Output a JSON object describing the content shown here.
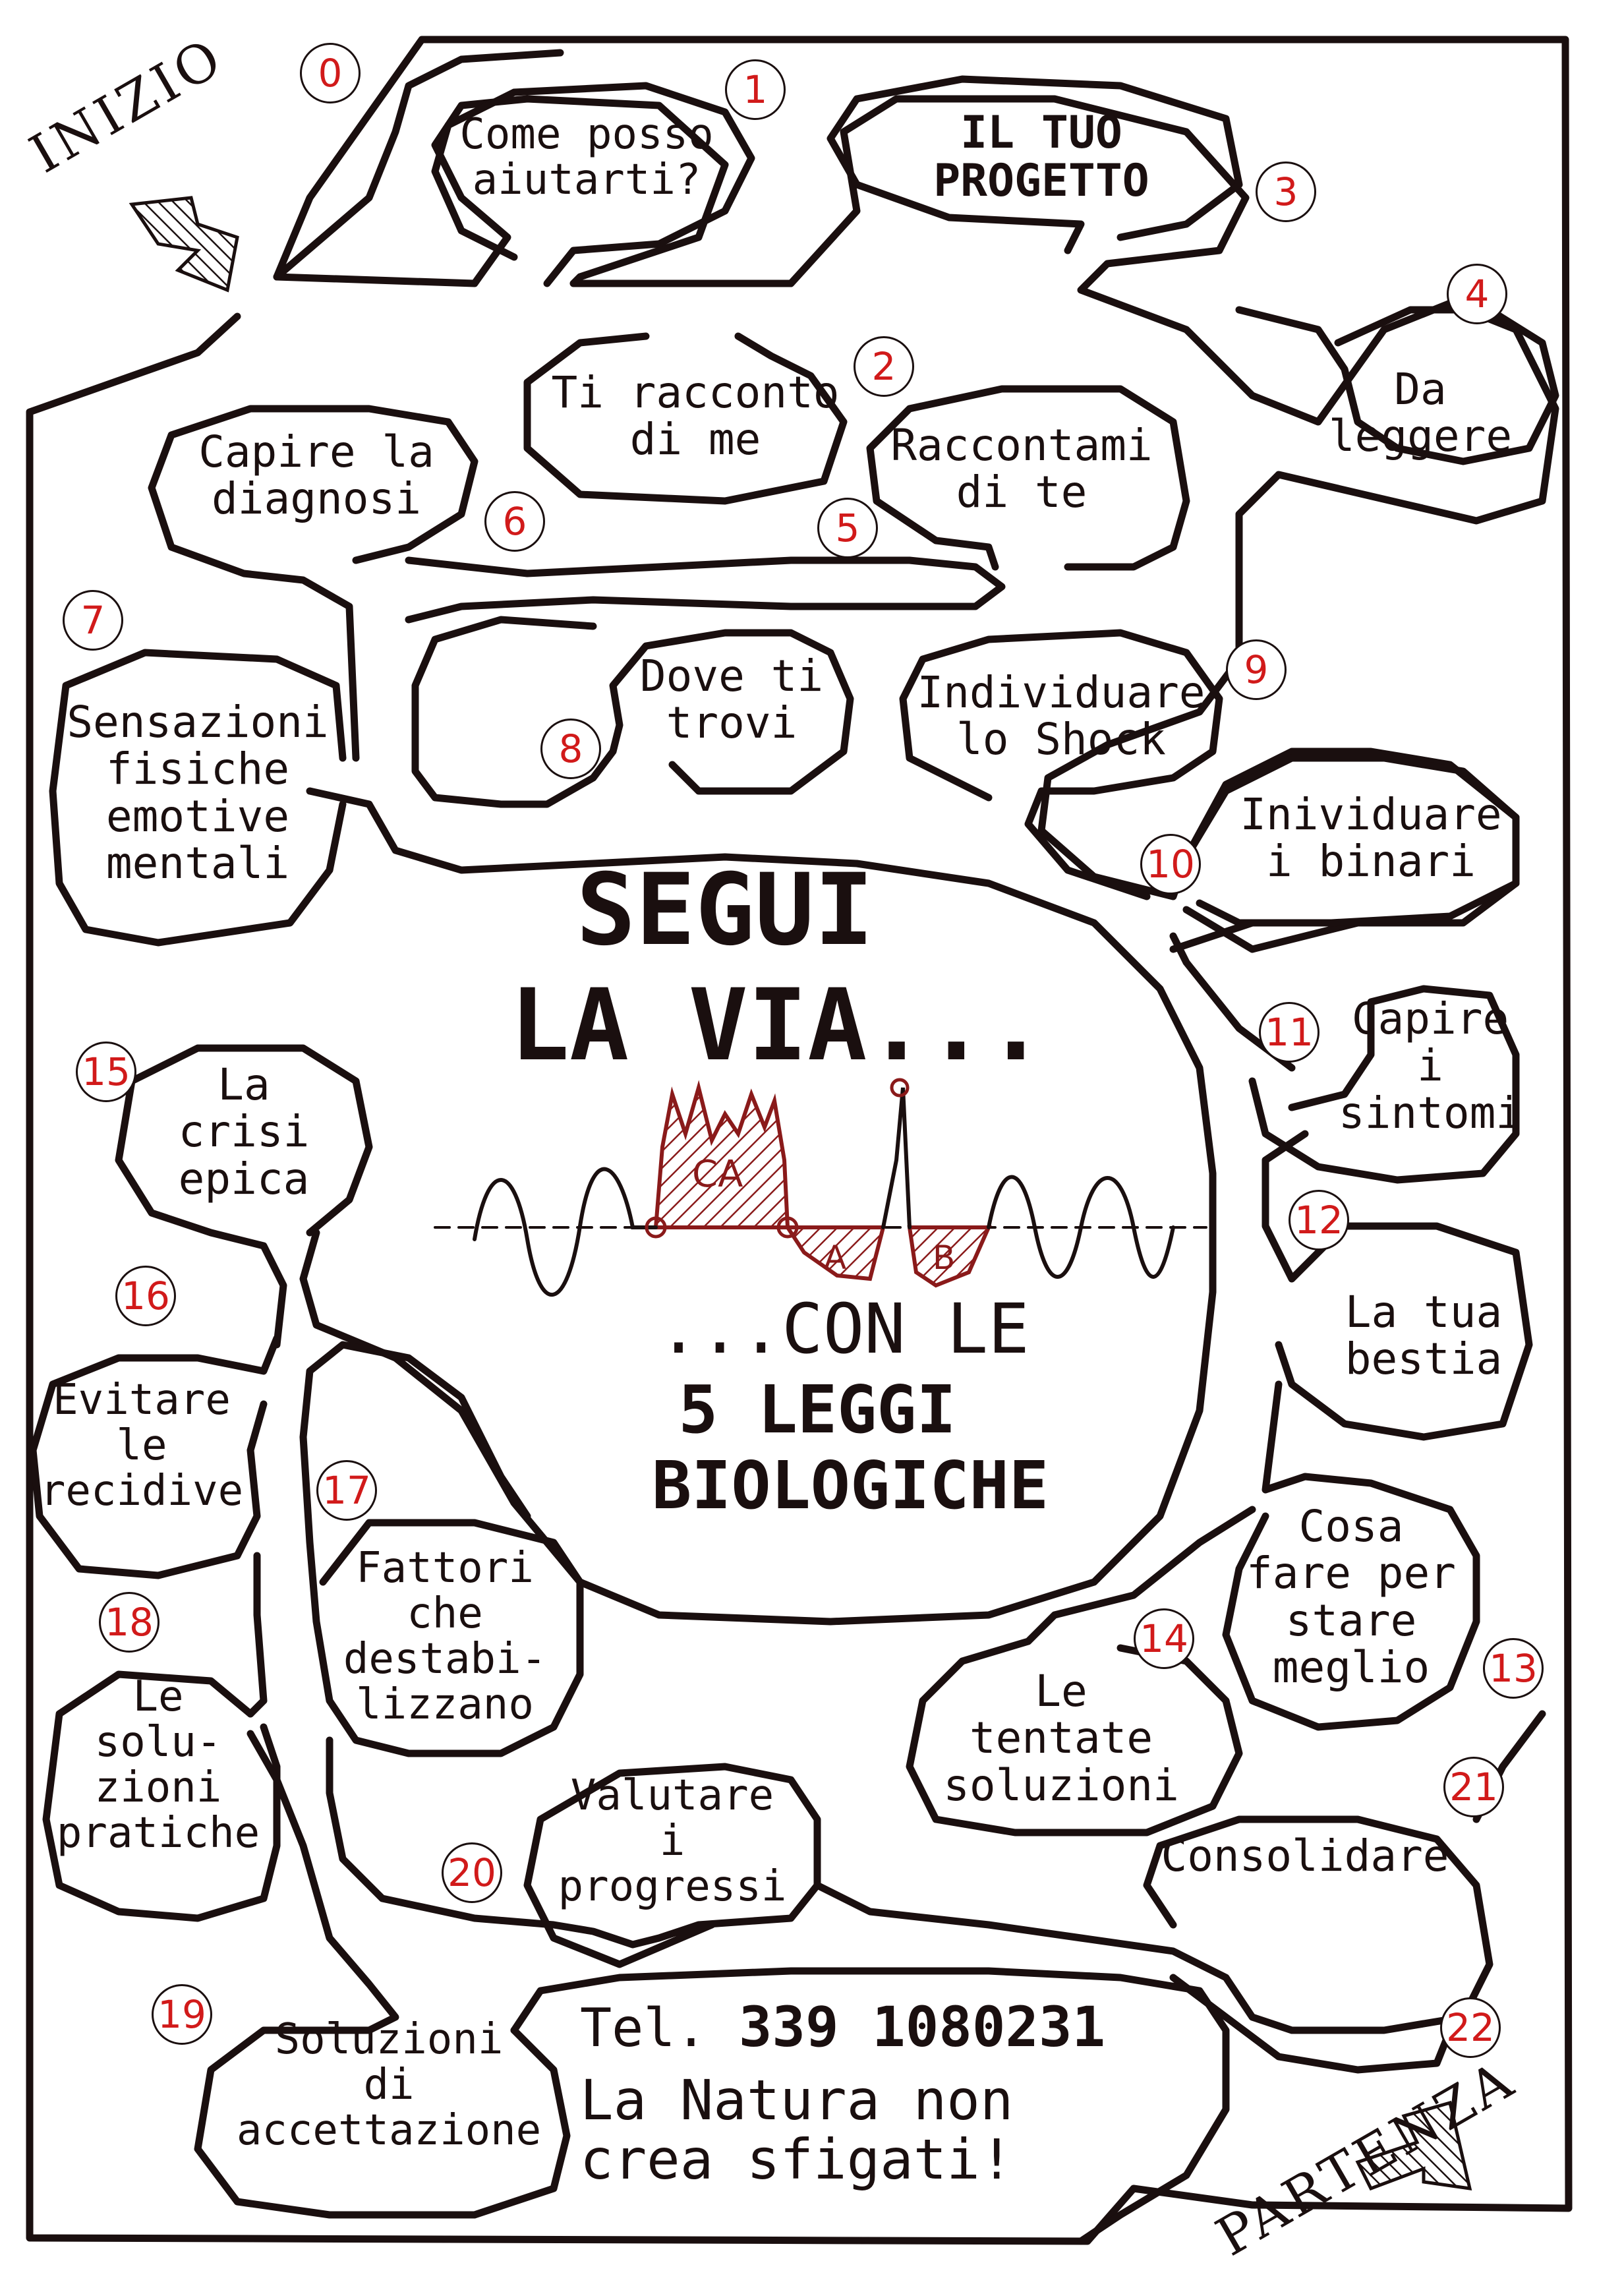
{
  "start_label": "INIZIO",
  "end_label": "PARTENZA",
  "title_line1": "SEGUI",
  "title_line2": "LA VIA...",
  "subtitle_line1": "...CON LE",
  "subtitle_line2": "5 LEGGI",
  "subtitle_line3": "BIOLOGICHE",
  "graph_labels": {
    "ca": "CA",
    "a": "A",
    "b": "B"
  },
  "contact": {
    "tel_prefix": "Tel.",
    "tel_number": "339 1080231",
    "motto_line1": "La Natura non",
    "motto_line2": "crea sfigati!"
  },
  "colors": {
    "ink": "#1a0f0f",
    "number": "#d11a1a",
    "graph_fill": "#8a1a1a"
  },
  "steps": [
    {
      "number": "0",
      "lines": []
    },
    {
      "number": "1",
      "lines": [
        "Come posso",
        "aiutarti?"
      ]
    },
    {
      "number": "2",
      "lines": [
        "Ti racconto",
        "di me"
      ]
    },
    {
      "number": "3",
      "lines": [
        "IL TUO",
        "PROGETTO"
      ]
    },
    {
      "number": "4",
      "lines": [
        "Da",
        "leggere"
      ]
    },
    {
      "number": "5",
      "lines": [
        "Raccontami",
        "di te"
      ]
    },
    {
      "number": "6",
      "lines": [
        "Capire la",
        "diagnosi"
      ]
    },
    {
      "number": "7",
      "lines": [
        "Sensazioni",
        "fisiche",
        "emotive",
        "mentali"
      ]
    },
    {
      "number": "8",
      "lines": [
        "Dove ti",
        "trovi"
      ]
    },
    {
      "number": "9",
      "lines": [
        "Individuare",
        "lo Shock"
      ]
    },
    {
      "number": "10",
      "lines": [
        "Inividuare",
        "i binari"
      ]
    },
    {
      "number": "11",
      "lines": [
        "Capire",
        "i",
        "sintomi"
      ]
    },
    {
      "number": "12",
      "lines": [
        "La tua",
        "bestia"
      ]
    },
    {
      "number": "13",
      "lines": [
        "Cosa",
        "fare per",
        "stare",
        "meglio"
      ]
    },
    {
      "number": "14",
      "lines": [
        "Le",
        "tentate",
        "soluzioni"
      ]
    },
    {
      "number": "15",
      "lines": [
        "La",
        "crisi",
        "epica"
      ]
    },
    {
      "number": "16",
      "lines": [
        "Evitare",
        "le",
        "recidive"
      ]
    },
    {
      "number": "17",
      "lines": [
        "Fattori",
        "che",
        "destabi-",
        "lizzano"
      ]
    },
    {
      "number": "18",
      "lines": [
        "Le",
        "solu-",
        "zioni",
        "pratiche"
      ]
    },
    {
      "number": "19",
      "lines": [
        "Soluzioni",
        "di",
        "accettazione"
      ]
    },
    {
      "number": "20",
      "lines": [
        "Valutare",
        "i",
        "progressi"
      ]
    },
    {
      "number": "21",
      "lines": [
        "Consolidare"
      ]
    },
    {
      "number": "22",
      "lines": []
    }
  ]
}
